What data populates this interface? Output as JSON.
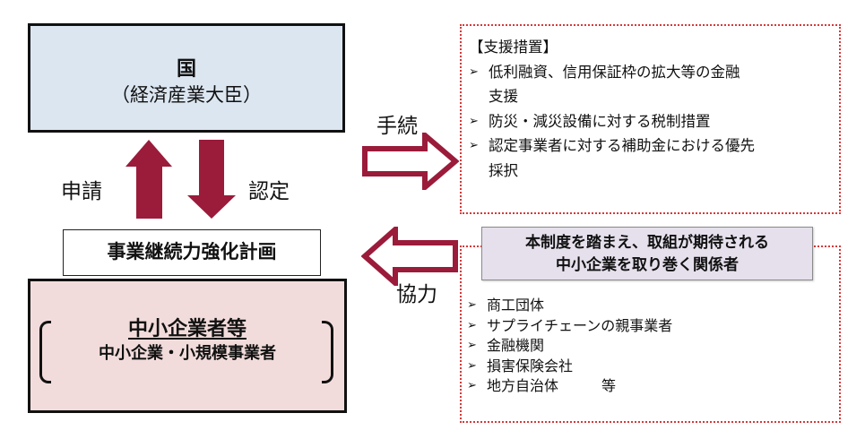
{
  "diagram": {
    "government": {
      "title": "国",
      "subtitle": "（経済産業大臣）"
    },
    "arrows": {
      "apply_label": "申請",
      "certify_label": "認定",
      "procedure_label": "手続",
      "cooperation_label": "協力",
      "color": "#9b1b3a"
    },
    "plan": {
      "label": "事業継続力強化計画"
    },
    "sme": {
      "title": "中小企業者等",
      "subtitle": "中小企業・小規模事業者"
    },
    "support": {
      "heading": "【支援措置】",
      "bullet_glyph": "➢",
      "items": [
        {
          "line1": "低利融資、信用保証枠の拡大等の金融",
          "line2": "支援"
        },
        {
          "line1": "防災・減災設備に対する税制措置",
          "line2": ""
        },
        {
          "line1": "認定事業者に対する補助金における優先",
          "line2": "採択"
        }
      ]
    },
    "stakeholders": {
      "heading_line1": "本制度を踏まえ、取組が期待される",
      "heading_line2": "中小企業を取り巻く関係者",
      "bullet_glyph": "➢",
      "items": [
        "商工団体",
        "サプライチェーンの親事業者",
        "金融機関",
        "損害保険会社",
        "地方自治体　　　等"
      ]
    },
    "colors": {
      "government_fill": "#dce6f1",
      "sme_fill": "#f2dcdb",
      "stakeholder_heading_fill": "#e6e0ec",
      "dotted_border": "#d43a3a"
    }
  }
}
